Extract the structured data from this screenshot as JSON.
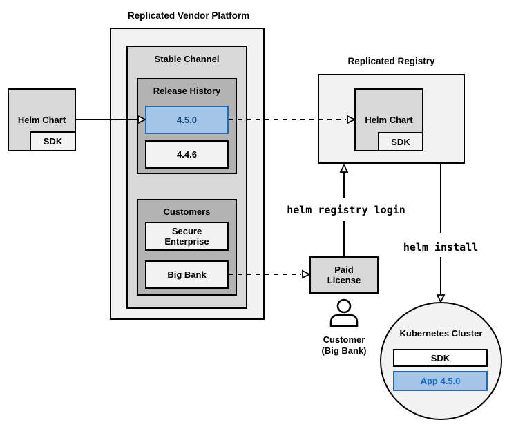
{
  "colors": {
    "box_light": "#f2f2f2",
    "box_mid": "#d8d8d8",
    "box_dark": "#b3b3b3",
    "box_white": "#ffffff",
    "blue_fill": "#a3c6e8",
    "blue_border": "#1f6bb5",
    "blue_text_release": "#17477e",
    "blue_text_app": "#1765c0",
    "line": "#000000"
  },
  "source_chart": {
    "label": "Helm Chart",
    "sdk": "SDK"
  },
  "platform": {
    "title": "Replicated Vendor Platform",
    "channel": {
      "label": "Stable Channel"
    },
    "release_history": {
      "label": "Release History",
      "releases": [
        "4.5.0",
        "4.4.6"
      ]
    },
    "customers": {
      "label": "Customers",
      "items": [
        "Secure\nEnterprise",
        "Big Bank"
      ]
    }
  },
  "registry": {
    "title": "Replicated Registry",
    "chart_label": "Helm Chart",
    "sdk": "SDK"
  },
  "license": {
    "label": "Paid\nLicense"
  },
  "customer_label": "Customer\n(Big Bank)",
  "cluster": {
    "title": "Kubernetes Cluster",
    "sdk": "SDK",
    "app": "App 4.5.0"
  },
  "commands": {
    "login": "helm registry login",
    "install": "helm install"
  }
}
